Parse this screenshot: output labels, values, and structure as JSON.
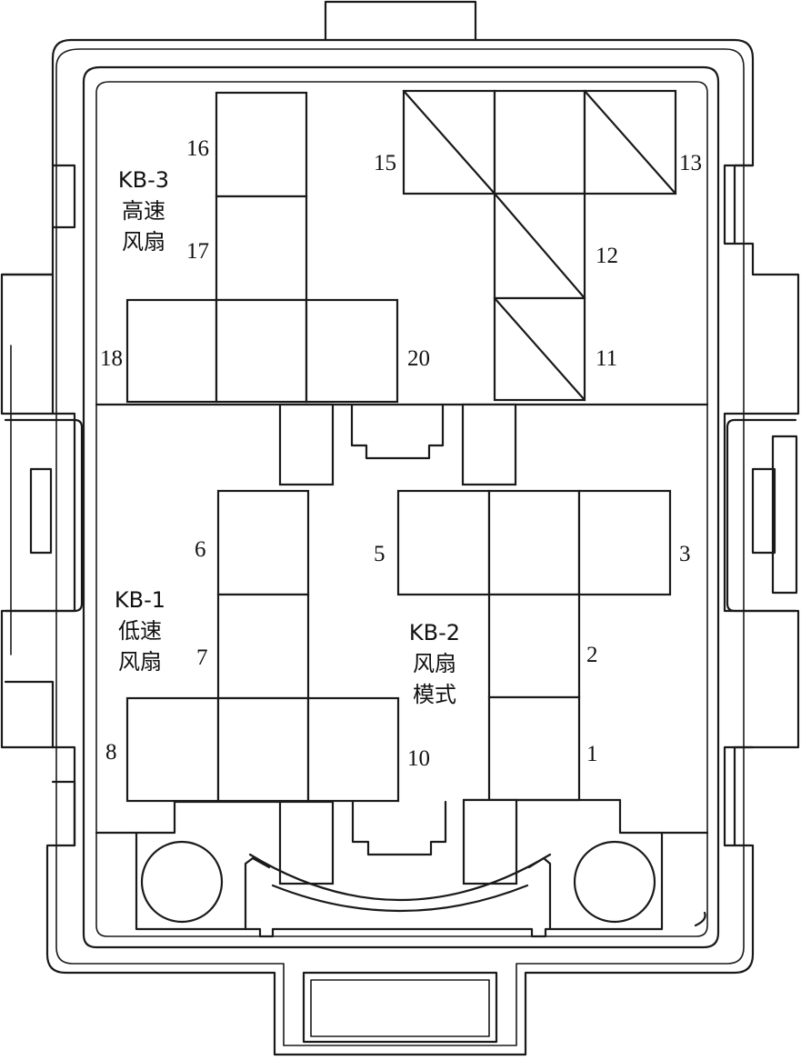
{
  "groups": {
    "kb3": {
      "code": "KB-3",
      "line1": "高速",
      "line2": "风扇"
    },
    "kb1": {
      "code": "KB-1",
      "line1": "低速",
      "line2": "风扇"
    },
    "kb2": {
      "code": "KB-2",
      "line1": "风扇",
      "line2": "模式"
    }
  },
  "positions": {
    "p1": "1",
    "p2": "2",
    "p3": "3",
    "p5": "5",
    "p6": "6",
    "p7": "7",
    "p8": "8",
    "p10": "10",
    "p11": "11",
    "p12": "12",
    "p13": "13",
    "p15": "15",
    "p16": "16",
    "p17": "17",
    "p18": "18",
    "p20": "20"
  }
}
